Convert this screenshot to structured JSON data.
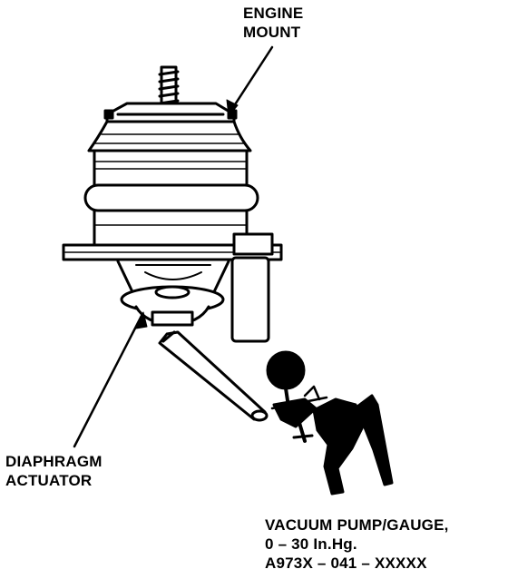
{
  "labels": {
    "engine_mount": [
      "ENGINE",
      "MOUNT"
    ],
    "diaphragm_actuator": [
      "DIAPHRAGM",
      "ACTUATOR"
    ],
    "vacuum_pump": [
      "VACUUM PUMP/GAUGE,",
      "0 – 30 In.Hg.",
      "A973X – 041 – XXXXX"
    ]
  },
  "colors": {
    "ink": "#000000",
    "paper": "#ffffff"
  }
}
